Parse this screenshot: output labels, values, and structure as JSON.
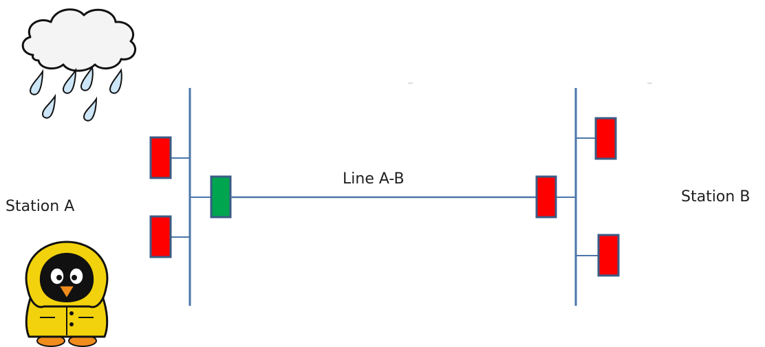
{
  "labels": {
    "station_a": "Station A",
    "station_b": "Station B",
    "line": "Line A-B"
  },
  "breakers": {
    "station_a_feeder_upper": "open",
    "station_a_feeder_lower": "open",
    "station_a_line_end": "closed",
    "station_b_line_end": "open",
    "station_b_feeder_upper": "open",
    "station_b_feeder_lower": "open"
  },
  "colors": {
    "busbar": "#4a76a8",
    "breaker_open": "#ff0000",
    "breaker_closed": "#00a550",
    "breaker_border": "#3b5c86",
    "raincoat": "#f2d20c",
    "cloud_fill": "#f4f4f4",
    "raindrop": "#cde6f7"
  },
  "illustrations": {
    "weather": "rain-cloud-icon",
    "mascot": "penguin-raincoat-icon"
  }
}
